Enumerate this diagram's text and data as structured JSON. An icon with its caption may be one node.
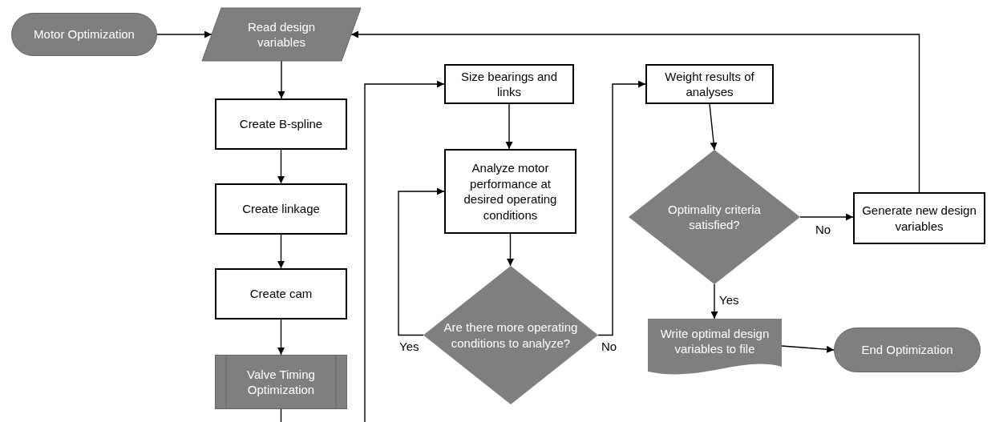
{
  "diagram": {
    "nodes": [
      {
        "text": [
          "Motor Optimization"
        ]
      },
      {
        "text": [
          "Read design variables"
        ]
      },
      {
        "text": [
          "Create B-spline"
        ]
      },
      {
        "text": [
          "Create linkage"
        ]
      },
      {
        "text": [
          "Create cam"
        ]
      },
      {
        "text": [
          "Valve Timing Optimization"
        ]
      },
      {
        "text": [
          "Size bearings and links"
        ]
      },
      {
        "text": [
          "Analyze motor performance at desired operating conditions"
        ]
      },
      {
        "text": [
          "Are there more operating conditions to analyze?"
        ]
      },
      {
        "text": [
          "Weight results of analyses"
        ]
      },
      {
        "text": [
          "Optimality criteria satisfied?"
        ]
      },
      {
        "text": [
          "Generate new design variables"
        ]
      },
      {
        "text": [
          "Write optimal design variables to file"
        ]
      },
      {
        "text": [
          "End Optimization"
        ]
      }
    ],
    "edges": [
      {
        "from": 0,
        "to": 1,
        "arrow": "to"
      },
      {
        "from": 1,
        "to": 2,
        "arrow": "to"
      },
      {
        "from": 2,
        "to": 3,
        "arrow": "to"
      },
      {
        "from": 3,
        "to": 4,
        "arrow": "to"
      },
      {
        "from": 4,
        "to": 5,
        "arrow": "to"
      },
      {
        "from": 5,
        "to": null,
        "arrow": "none"
      },
      {
        "from": null,
        "to": 6,
        "arrow": "to"
      },
      {
        "from": 6,
        "to": 7,
        "arrow": "to"
      },
      {
        "from": 7,
        "to": 8,
        "arrow": "to"
      },
      {
        "from": 8,
        "to": 7,
        "arrow": "to",
        "label": "Yes"
      },
      {
        "from": 8,
        "to": 9,
        "arrow": "to",
        "label": "No"
      },
      {
        "from": 9,
        "to": 10,
        "arrow": "to"
      },
      {
        "from": 10,
        "to": 11,
        "arrow": "to",
        "label": "No"
      },
      {
        "from": 11,
        "to": 1,
        "arrow": "to"
      },
      {
        "from": 10,
        "to": 12,
        "arrow": "to",
        "label": "Yes"
      },
      {
        "from": 12,
        "to": 13,
        "arrow": "to"
      }
    ]
  }
}
